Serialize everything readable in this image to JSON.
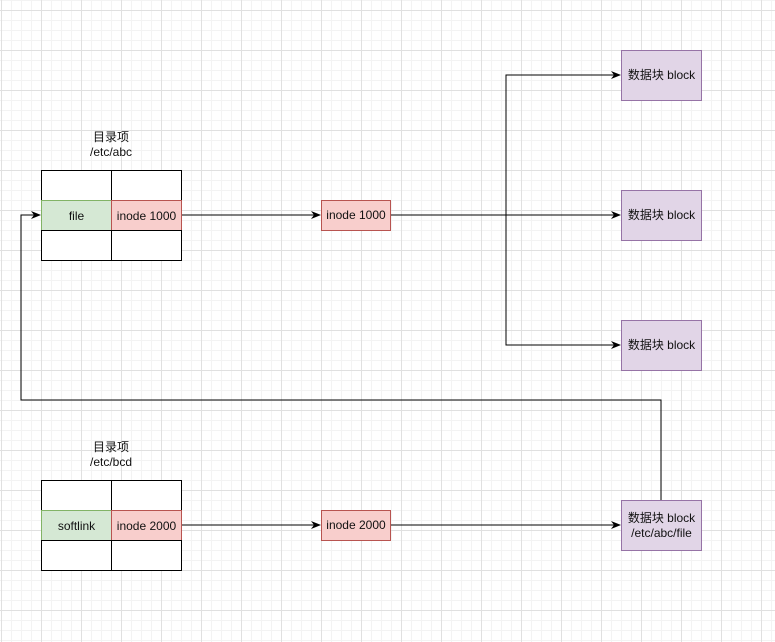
{
  "colors": {
    "green_fill": "#d5e8d4",
    "green_stroke": "#82b366",
    "red_fill": "#f8cecc",
    "red_stroke": "#b85450",
    "purple_fill": "#e1d5e7",
    "purple_stroke": "#9673a6",
    "edge": "#000000"
  },
  "dir1": {
    "title": "目录项",
    "path": "/etc/abc",
    "name_cell": "file",
    "inode_cell": "inode 1000"
  },
  "dir2": {
    "title": "目录项",
    "path": "/etc/bcd",
    "name_cell": "softlink",
    "inode_cell": "inode 2000"
  },
  "inode1": {
    "label": "inode 1000"
  },
  "inode2": {
    "label": "inode 2000"
  },
  "blocks": [
    {
      "label": "数据块 block"
    },
    {
      "label": "数据块 block"
    },
    {
      "label": "数据块 block"
    },
    {
      "label": "数据块 block\n/etc/abc/file"
    }
  ]
}
